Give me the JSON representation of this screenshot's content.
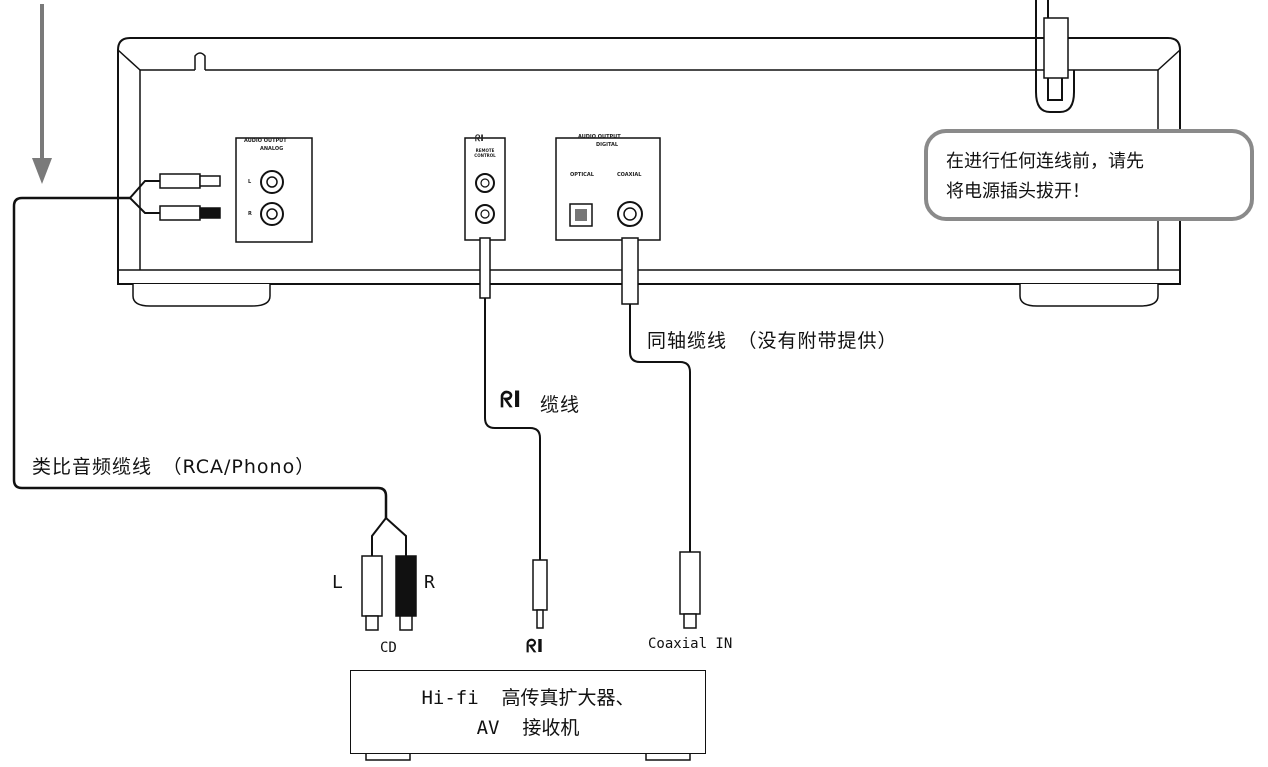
{
  "warning": {
    "line1": "在进行任何连线前，请先",
    "line2": "将电源插头拔开！"
  },
  "panel": {
    "analog_title": "AUDIO OUTPUT",
    "analog_sub": "ANALOG",
    "channel_l": "L",
    "channel_r": "R",
    "ri_logo": "ᖇI",
    "remote_control": "REMOTE CONTROL",
    "digital_title": "AUDIO OUTPUT",
    "digital_sub": "DIGITAL",
    "optical": "OPTICAL",
    "coaxial": "COAXIAL"
  },
  "labels": {
    "coax_cable": "同轴缆线　（没有附带提供）",
    "ri_cable_logo": "ᖇI",
    "ri_cable_text": "缆线",
    "analog_cable": "类比音频缆线　（RCA/Phono）",
    "plug_l": "L",
    "plug_r": "R",
    "cd_input": "CD",
    "ri_input": "ᖇI",
    "coaxial_in": "Coaxial  IN"
  },
  "receiver": {
    "line1": "Hi-fi  高传真扩大器、",
    "line2": "AV  接收机"
  },
  "colors": {
    "chassis_stroke": "#111111",
    "arrow": "#7a7a7a",
    "warning_border": "#8a8a8a"
  }
}
